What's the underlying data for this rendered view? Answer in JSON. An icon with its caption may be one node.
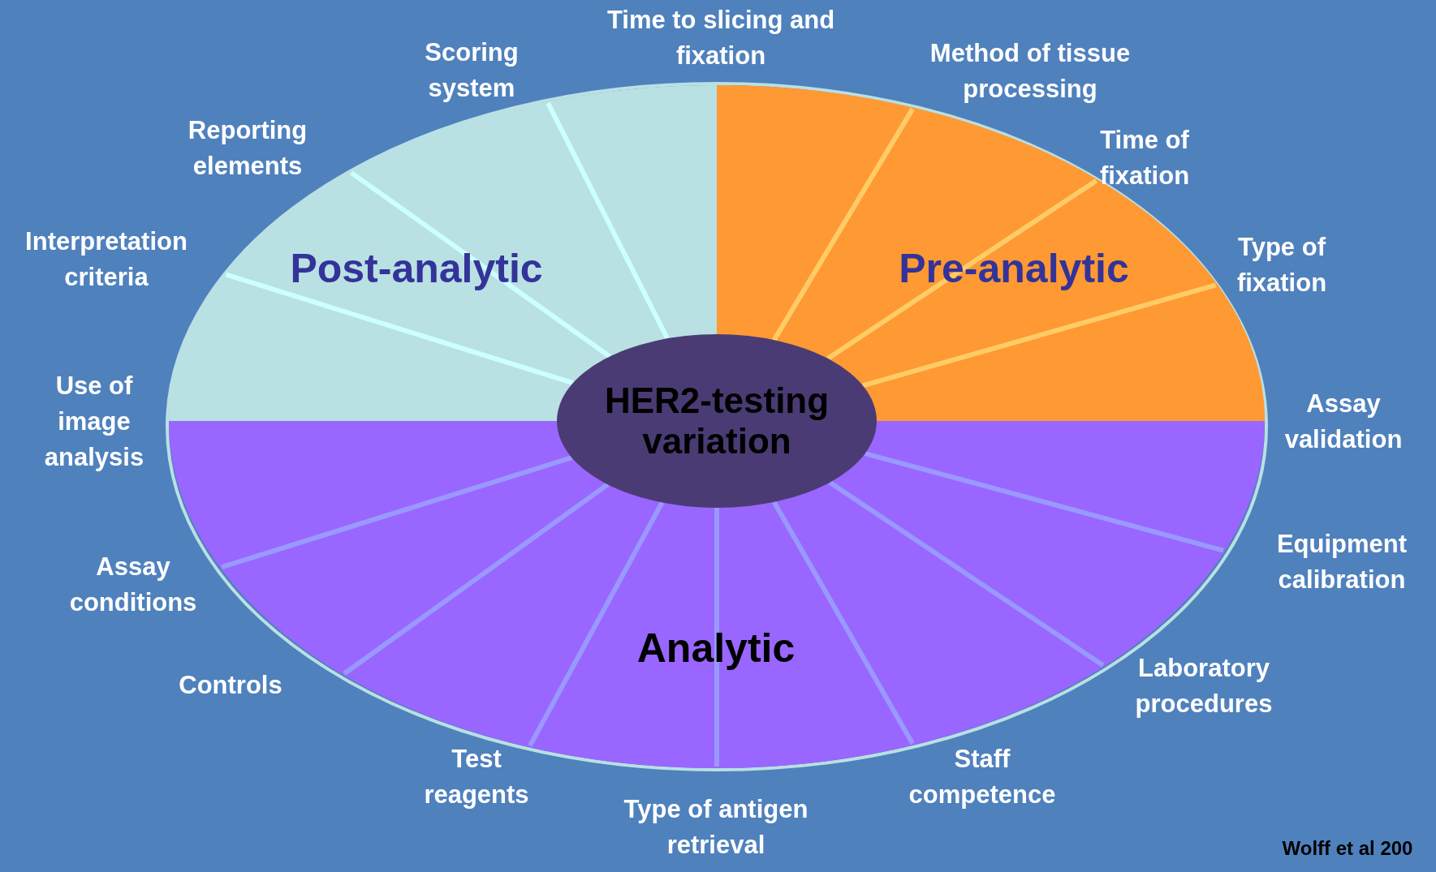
{
  "diagram": {
    "nodes": [
      {
        "text": [
          "HER2-testing variation"
        ]
      },
      {
        "text": [
          "Post-analytic"
        ]
      },
      {
        "text": [
          "Pre-analytic"
        ]
      },
      {
        "text": [
          "Analytic"
        ]
      }
    ],
    "labels": [
      "Time to slicing and fixation",
      "Method of tissue processing",
      "Time of fixation",
      "Type of fixation",
      "Assay validation",
      "Equipment calibration",
      "Laboratory procedures",
      "Staff competence",
      "Type of antigen retrieval",
      "Test reagents",
      "Controls",
      "Assay conditions",
      "Use of image analysis",
      "Interpretation criteria",
      "Reporting elements",
      "Scoring system",
      "Wolff et al 200"
    ]
  }
}
